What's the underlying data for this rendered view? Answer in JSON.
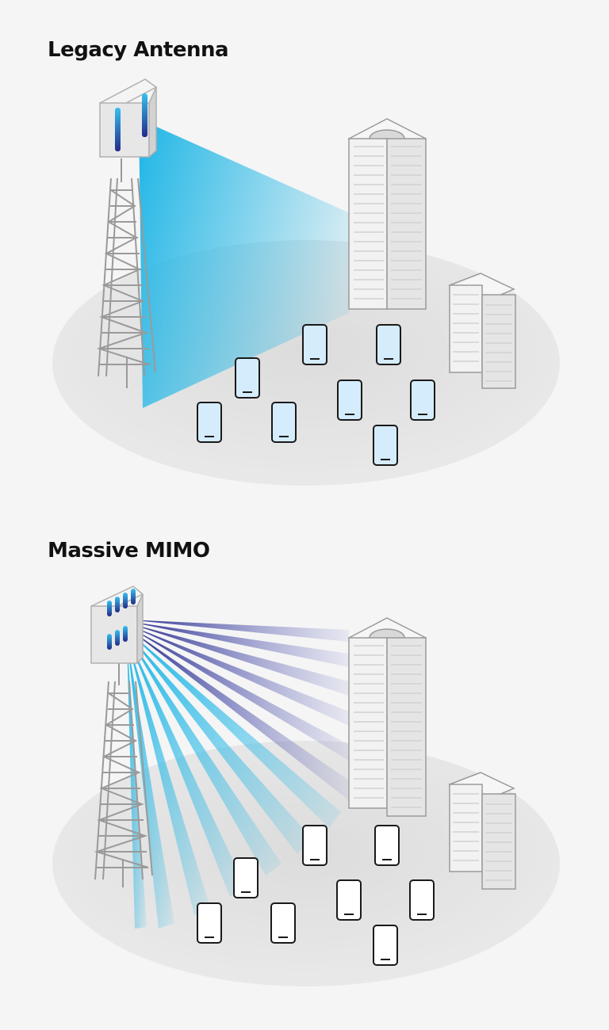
{
  "panels": [
    {
      "title": "Legacy Antenna",
      "antenna": "legacy",
      "beams": "single-wide-beam"
    },
    {
      "title": "Massive MIMO",
      "antenna": "massive-mimo",
      "beams": "multiple-narrow-beams"
    }
  ],
  "icons": {
    "tower": "lattice-tower-icon",
    "antenna": "antenna-panel-icon",
    "phone": "smartphone-icon",
    "skyscraper": "skyscraper-icon",
    "helipad": "helipad-icon",
    "building": "building-icon"
  },
  "colors": {
    "background": "#f5f5f5",
    "ground": "#e6e6e6",
    "beam_cyan": "#1fb6e6",
    "beam_navy": "#2a2f8f",
    "phone_screen": "#d4ecfb",
    "stroke": "#1a1a1a"
  }
}
